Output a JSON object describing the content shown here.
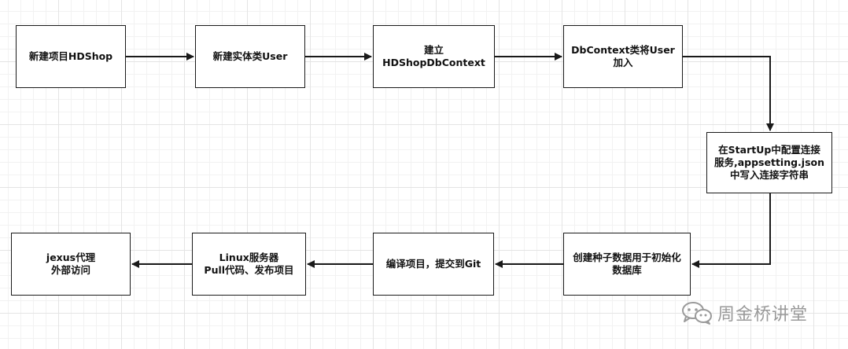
{
  "nodes": [
    {
      "id": "n1",
      "label": "新建项目HDShop"
    },
    {
      "id": "n2",
      "label": "新建实体类User"
    },
    {
      "id": "n3",
      "label": "建立\nHDShopDbContext"
    },
    {
      "id": "n4",
      "label": "DbContext类将User\n加入"
    },
    {
      "id": "n5",
      "label": "在StartUp中配置连接服务,appsetting.json中写入连接字符串"
    },
    {
      "id": "n6",
      "label": "创建种子数据用于初始化数据库"
    },
    {
      "id": "n7",
      "label": "编译项目，提交到Git"
    },
    {
      "id": "n8",
      "label": "Linux服务器\nPull代码、发布项目"
    },
    {
      "id": "n9",
      "label": "jexus代理\n外部访问"
    }
  ],
  "edges": [
    {
      "from": "n1",
      "to": "n2"
    },
    {
      "from": "n2",
      "to": "n3"
    },
    {
      "from": "n3",
      "to": "n4"
    },
    {
      "from": "n4",
      "to": "n5"
    },
    {
      "from": "n5",
      "to": "n6"
    },
    {
      "from": "n6",
      "to": "n7"
    },
    {
      "from": "n7",
      "to": "n8"
    },
    {
      "from": "n8",
      "to": "n9"
    }
  ],
  "watermark": {
    "text": "周金桥讲堂",
    "icon": "wechat-icon"
  },
  "colors": {
    "line": "#1a1a1a",
    "box_fill": "#ffffff",
    "watermark": "#9a9a9a"
  }
}
